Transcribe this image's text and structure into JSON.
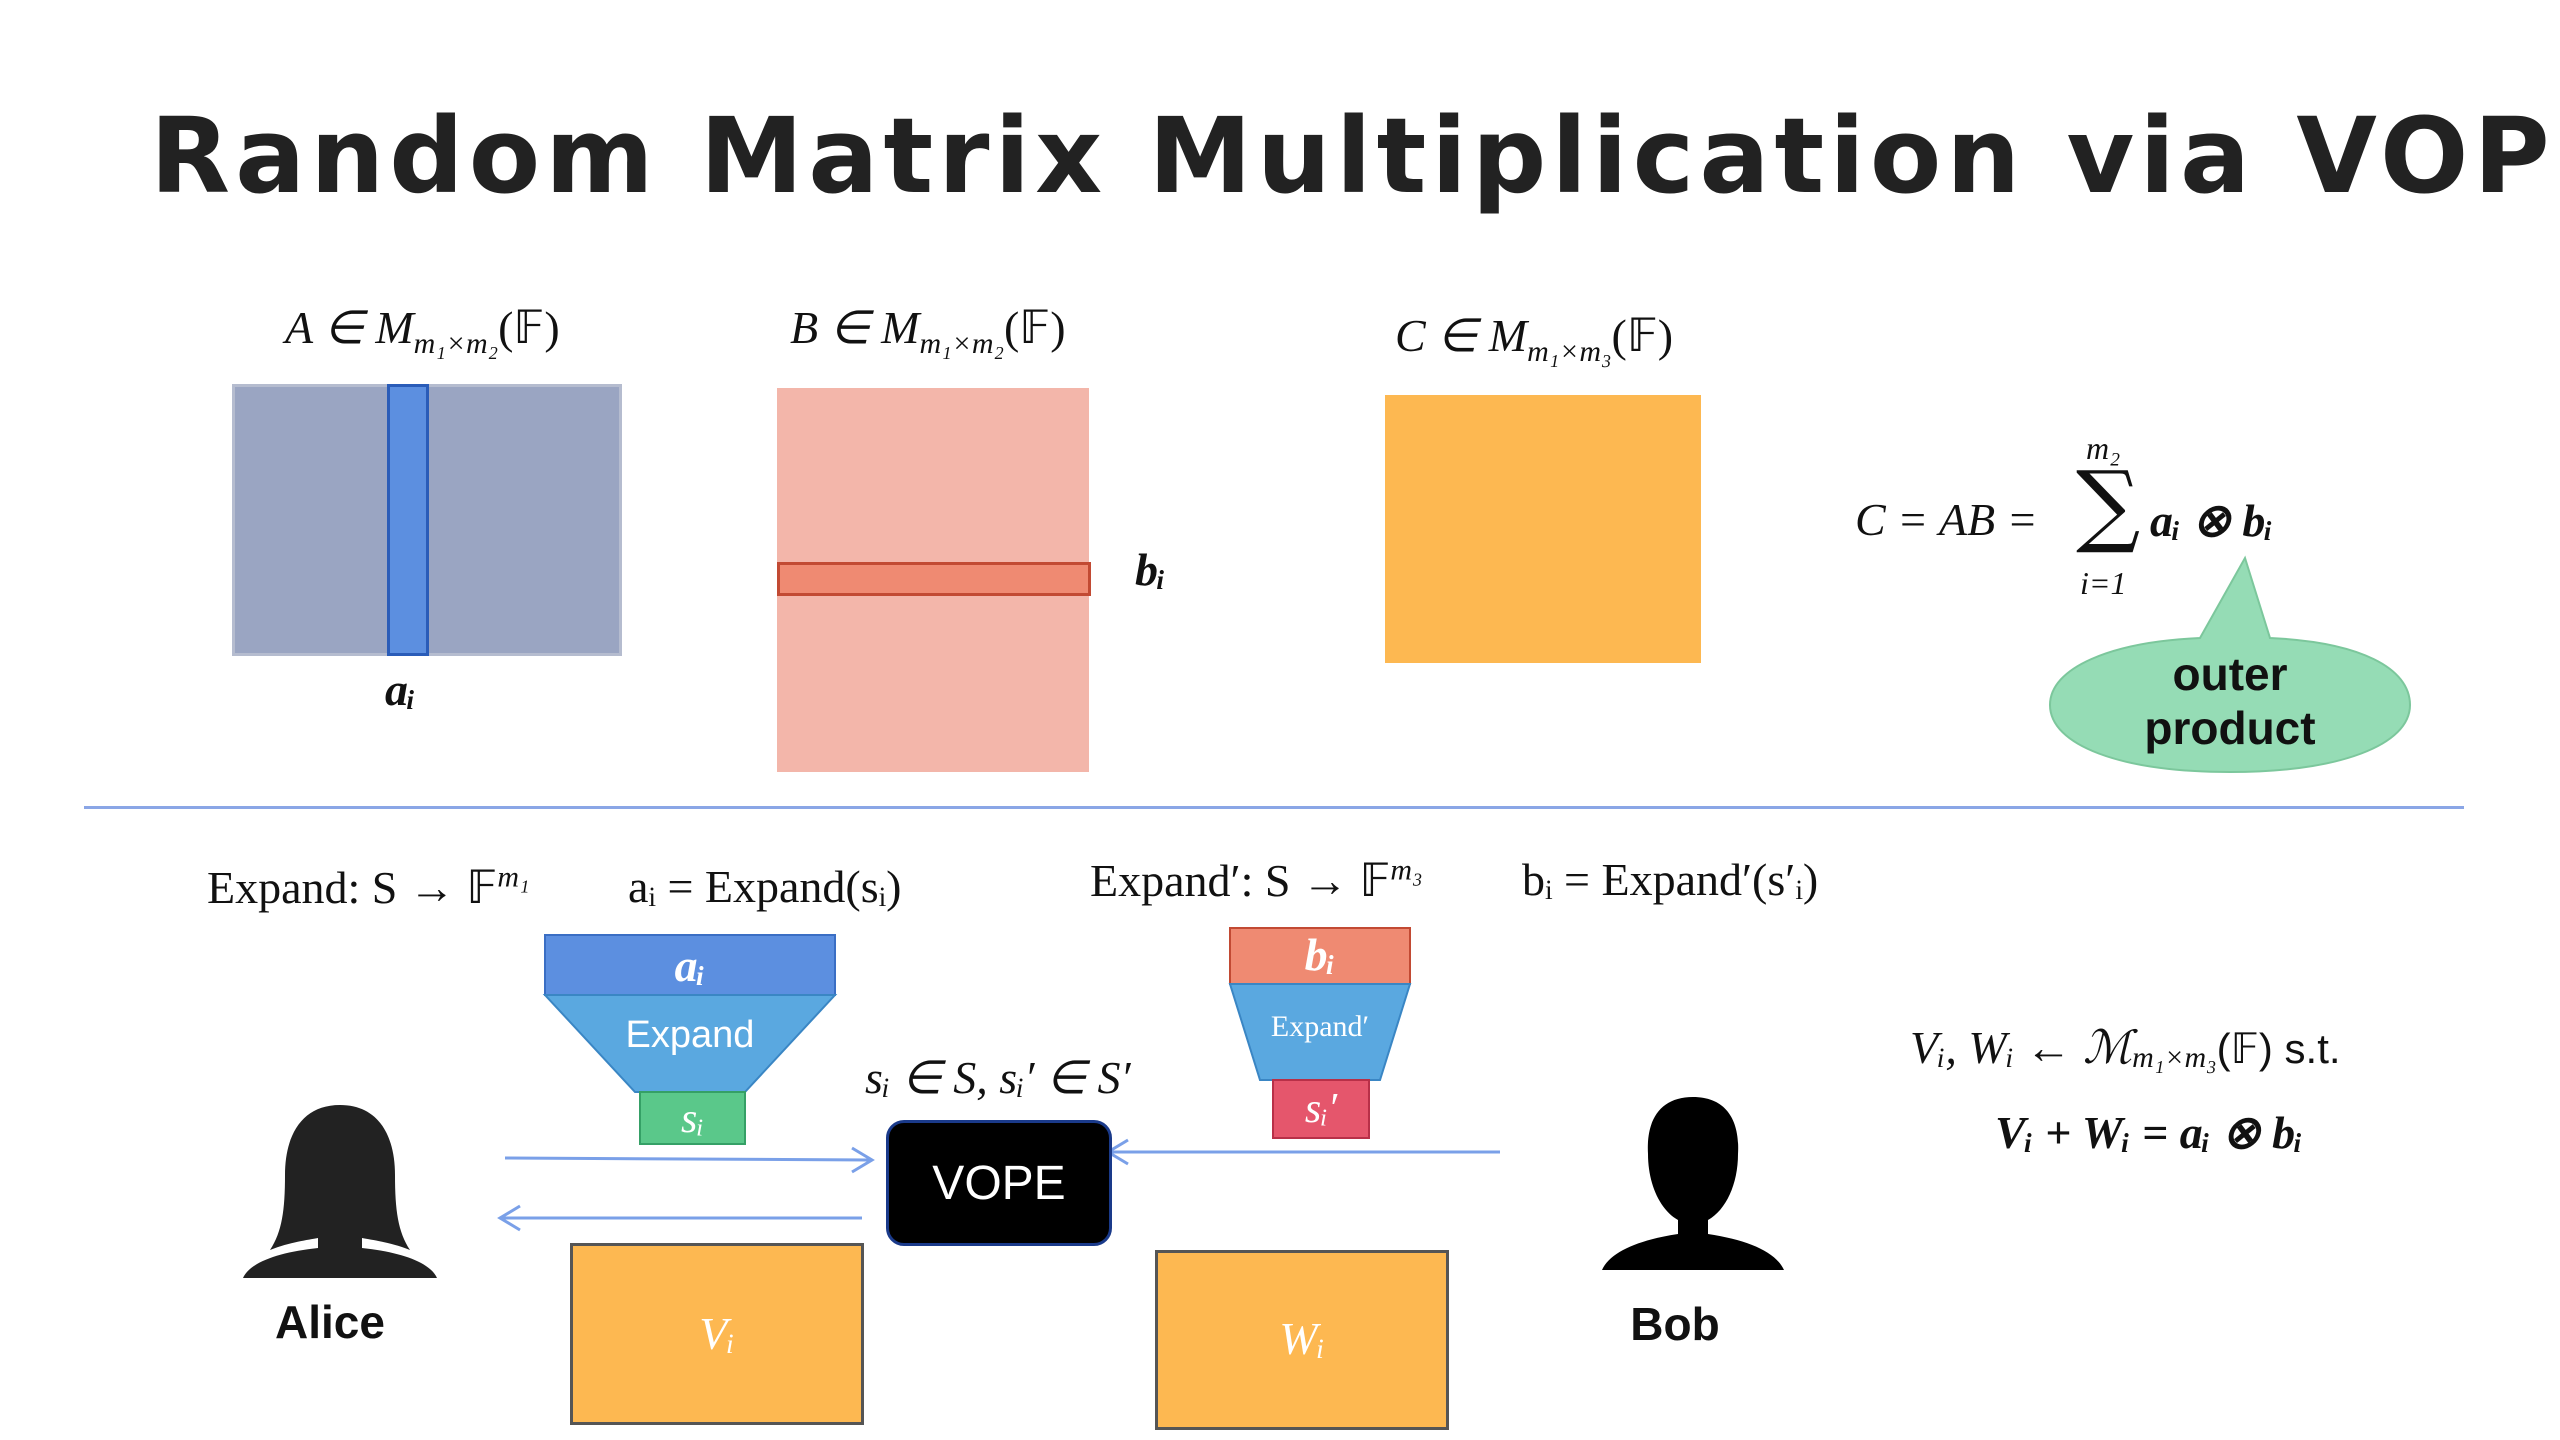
{
  "slide": {
    "title": "Random Matrix Multiplication via VOPE"
  },
  "matrices": {
    "A": {
      "label": "A ∈ M",
      "sub": "m₁×m₂",
      "field": "(𝔽)",
      "color": "#9aa5c2",
      "column_color": "#5c8fe0",
      "column_label": "aᵢ"
    },
    "B": {
      "label": "B ∈ M",
      "sub": "m₁×m₂",
      "field": "(𝔽)",
      "color": "#f3b6aa",
      "row_color": "#ef8a72",
      "row_label": "bᵢ"
    },
    "C": {
      "label": "C ∈ M",
      "sub": "m₁×m₃",
      "field": "(𝔽)",
      "color": "#fdb851"
    }
  },
  "formula": {
    "lhs": "C = AB =",
    "sum_top": "m₂",
    "sum_sign": "∑",
    "sum_bottom": "i=1",
    "rhs": "aᵢ ⊗ bᵢ"
  },
  "callout": {
    "line1": "outer",
    "line2": "product",
    "color": "#95dcb5"
  },
  "expand_left": {
    "text": "Expand: S → 𝔽",
    "sup": "m₁",
    "eq": "aᵢ = Expand(sᵢ)"
  },
  "expand_right": {
    "text": "Expand′: S → 𝔽",
    "sup": "m₃",
    "eq": "bᵢ = Expand′(s′ᵢ)"
  },
  "funnel_left": {
    "top_label": "aᵢ",
    "mid_label": "Expand",
    "bottom_label": "sᵢ",
    "top_color": "#5c8fe0",
    "mid_color": "#5aa8e0",
    "bottom_color": "#5ac88a"
  },
  "funnel_right": {
    "top_label": "bᵢ",
    "mid_label": "Expand′",
    "bottom_label": "sᵢ′",
    "top_color": "#ef8a72",
    "mid_color": "#5aa8e0",
    "bottom_color": "#e5566c"
  },
  "seeds_label": "sᵢ  ∈ S, sᵢ′ ∈ S′",
  "vope_label": "VOPE",
  "outputs": {
    "V": "Vᵢ",
    "W": "Wᵢ",
    "color": "#fdb851"
  },
  "people": {
    "alice": "Alice",
    "bob": "Bob"
  },
  "condition": {
    "line1": "Vᵢ, Wᵢ ← ℳ",
    "line1_sub": "m₁×m₃",
    "line1_tail": "(𝔽)  s.t.",
    "line2": "Vᵢ + Wᵢ = aᵢ ⊗ bᵢ"
  },
  "colors": {
    "divider": "#8aa6e6",
    "arrow": "#7aa0e8"
  }
}
